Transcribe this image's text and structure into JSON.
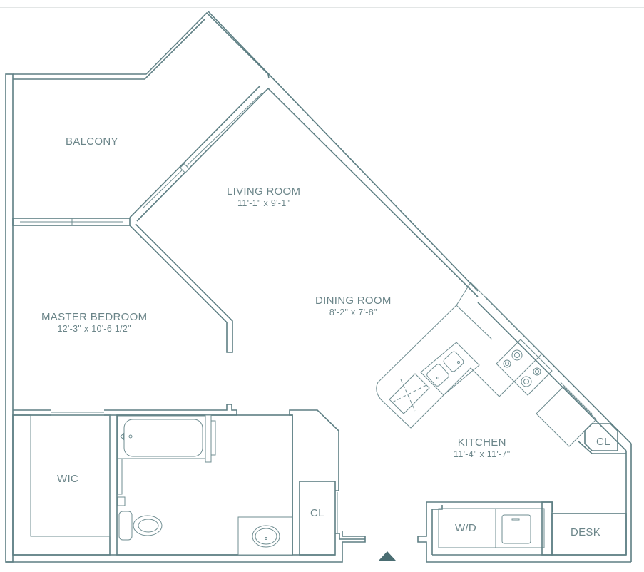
{
  "plan": {
    "colors": {
      "wall": "#5e7f84",
      "text": "#6b8589",
      "north_arrow": "#4a6d72"
    },
    "rooms": {
      "balcony": {
        "name": "BALCONY"
      },
      "living": {
        "name": "LIVING ROOM",
        "dimensions": "11'-1\" x 9'-1\""
      },
      "dining": {
        "name": "DINING ROOM",
        "dimensions": "8'-2\" x 7'-8\""
      },
      "master": {
        "name": "MASTER BEDROOM",
        "dimensions": "12'-3\" x 10'-6 1/2\""
      },
      "kitchen": {
        "name": "KITCHEN",
        "dimensions": "11'-4\" x 11'-7\""
      },
      "wic": {
        "name": "WIC"
      },
      "closet_bath": {
        "name": "CL"
      },
      "closet_kitchen": {
        "name": "CL"
      },
      "laundry": {
        "name": "W/D"
      },
      "desk": {
        "name": "DESK"
      }
    },
    "icons": {
      "north_arrow": "north-arrow-icon"
    }
  }
}
